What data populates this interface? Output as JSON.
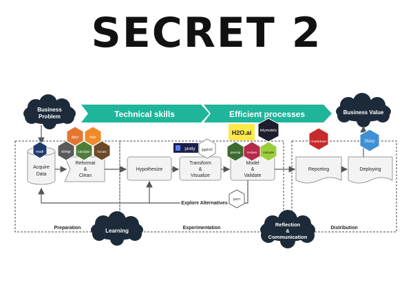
{
  "title": "SECRET 2",
  "clouds": {
    "business_problem": [
      "Business",
      "Problem"
    ],
    "business_value": "Business Value",
    "learning": "Learning",
    "reflection": [
      "Reflection",
      "&",
      "Communication"
    ]
  },
  "banners": {
    "technical": "Technical skills",
    "efficient": "Efficient processes"
  },
  "steps": {
    "acquire": [
      "Acquire",
      "Data"
    ],
    "reformat": [
      "Reformat",
      "&",
      "Clean"
    ],
    "hypothesize": "Hypothesize",
    "transform": [
      "Transform",
      "&",
      "Visualize"
    ],
    "model": [
      "Model",
      "&",
      "Validate"
    ],
    "reporting": "Reporting",
    "deploying": "Deploying"
  },
  "loop_label": "Explore Alternatives",
  "phases": {
    "preparation": "Preparation",
    "experimentation": "Experimentation",
    "distribution": "Distribution"
  },
  "tool_logos": {
    "readr": "readr",
    "dplyr": "dplyr",
    "tidyr": "tidyr",
    "stringr": "stringr",
    "lubridate": "lubridate",
    "forcats": "forcats",
    "plotly": "plotly",
    "ggplot2": "ggplot2",
    "h2o": "H2O.ai",
    "tidymodels": "tidymodels",
    "parsnip": "parsnip",
    "recipes": "recipes",
    "rsample": "rsample",
    "purrr": "purrr",
    "rmarkdown": "rmarkdown",
    "shiny": "Shiny"
  },
  "colors": {
    "banner": "#1fb59a",
    "cloud": "#1c2a3a",
    "box_fill": "#f3f3f3",
    "box_stroke": "#9a9a9a"
  }
}
